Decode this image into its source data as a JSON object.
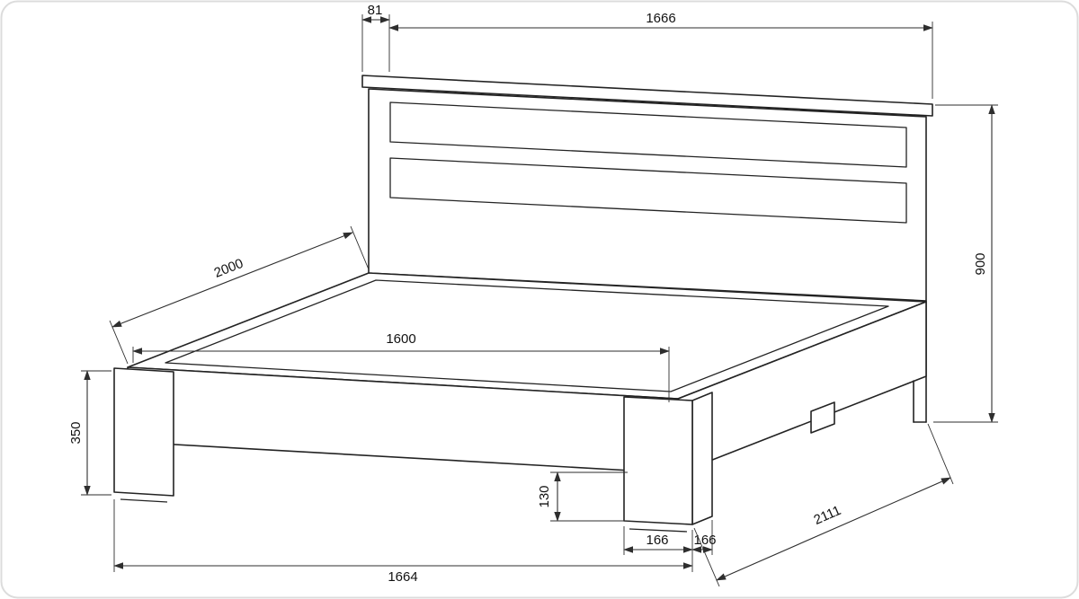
{
  "drawing": {
    "subject": "bed frame technical drawing",
    "units": "mm",
    "line_color": "#232323",
    "background": "#ffffff",
    "dimensions": {
      "headboard_thickness": "81",
      "headboard_width": "1666",
      "headboard_height": "900",
      "bed_length": "2000",
      "inner_width": "1600",
      "leg_height": "350",
      "under_rail_clearance": "130",
      "front_width": "1664",
      "leg_front_width": "166",
      "leg_side_depth": "166",
      "overall_side_length": "2111"
    }
  }
}
